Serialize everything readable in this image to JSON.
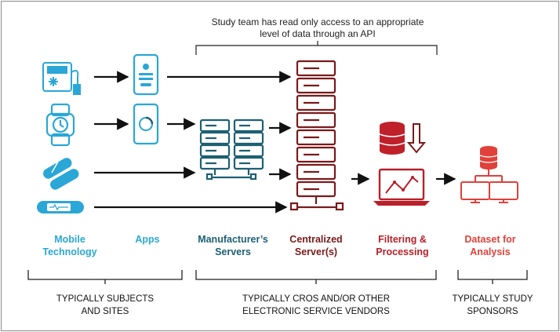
{
  "note": {
    "line1": "Study team has read only access to an appropriate",
    "line2": "level of data through an API"
  },
  "columns": {
    "mobile": {
      "line1": "Mobile",
      "line2": "Technology",
      "color": "#2aa7d6"
    },
    "apps": {
      "line1": "Apps",
      "color": "#2aa7d6"
    },
    "manufacturer": {
      "line1": "Manufacturer’s",
      "line2": "Servers",
      "color": "#1d6073"
    },
    "centralized": {
      "line1": "Centralized",
      "line2": "Server(s)",
      "color": "#7a1a1a"
    },
    "filtering": {
      "line1": "Filtering &",
      "line2": "Processing",
      "color": "#b8202a"
    },
    "dataset": {
      "line1": "Dataset for",
      "line2": "Analysis",
      "color": "#e0413a"
    }
  },
  "groups": {
    "subjects": {
      "line1": "TYPICALLY SUBJECTS",
      "line2": "AND SITES"
    },
    "cros": {
      "line1": "TYPICALLY CROS AND/OR OTHER",
      "line2": "ELECTRONIC SERVICE VENDORS"
    },
    "sponsors": {
      "line1": "TYPICALLY STUDY",
      "line2": "SPONSORS"
    }
  },
  "icons": {
    "device1": "glucose-meter-icon",
    "device2": "smartwatch-icon",
    "device3": "pill-icon",
    "device4": "fitness-band-icon",
    "phone1": "smartphone-login-icon",
    "phone2": "smartphone-progress-icon",
    "manufacturer_servers": "server-rack-icon",
    "central_server": "server-tower-icon",
    "database": "database-download-icon",
    "laptop": "laptop-chart-icon",
    "dataset": "database-network-icon"
  }
}
